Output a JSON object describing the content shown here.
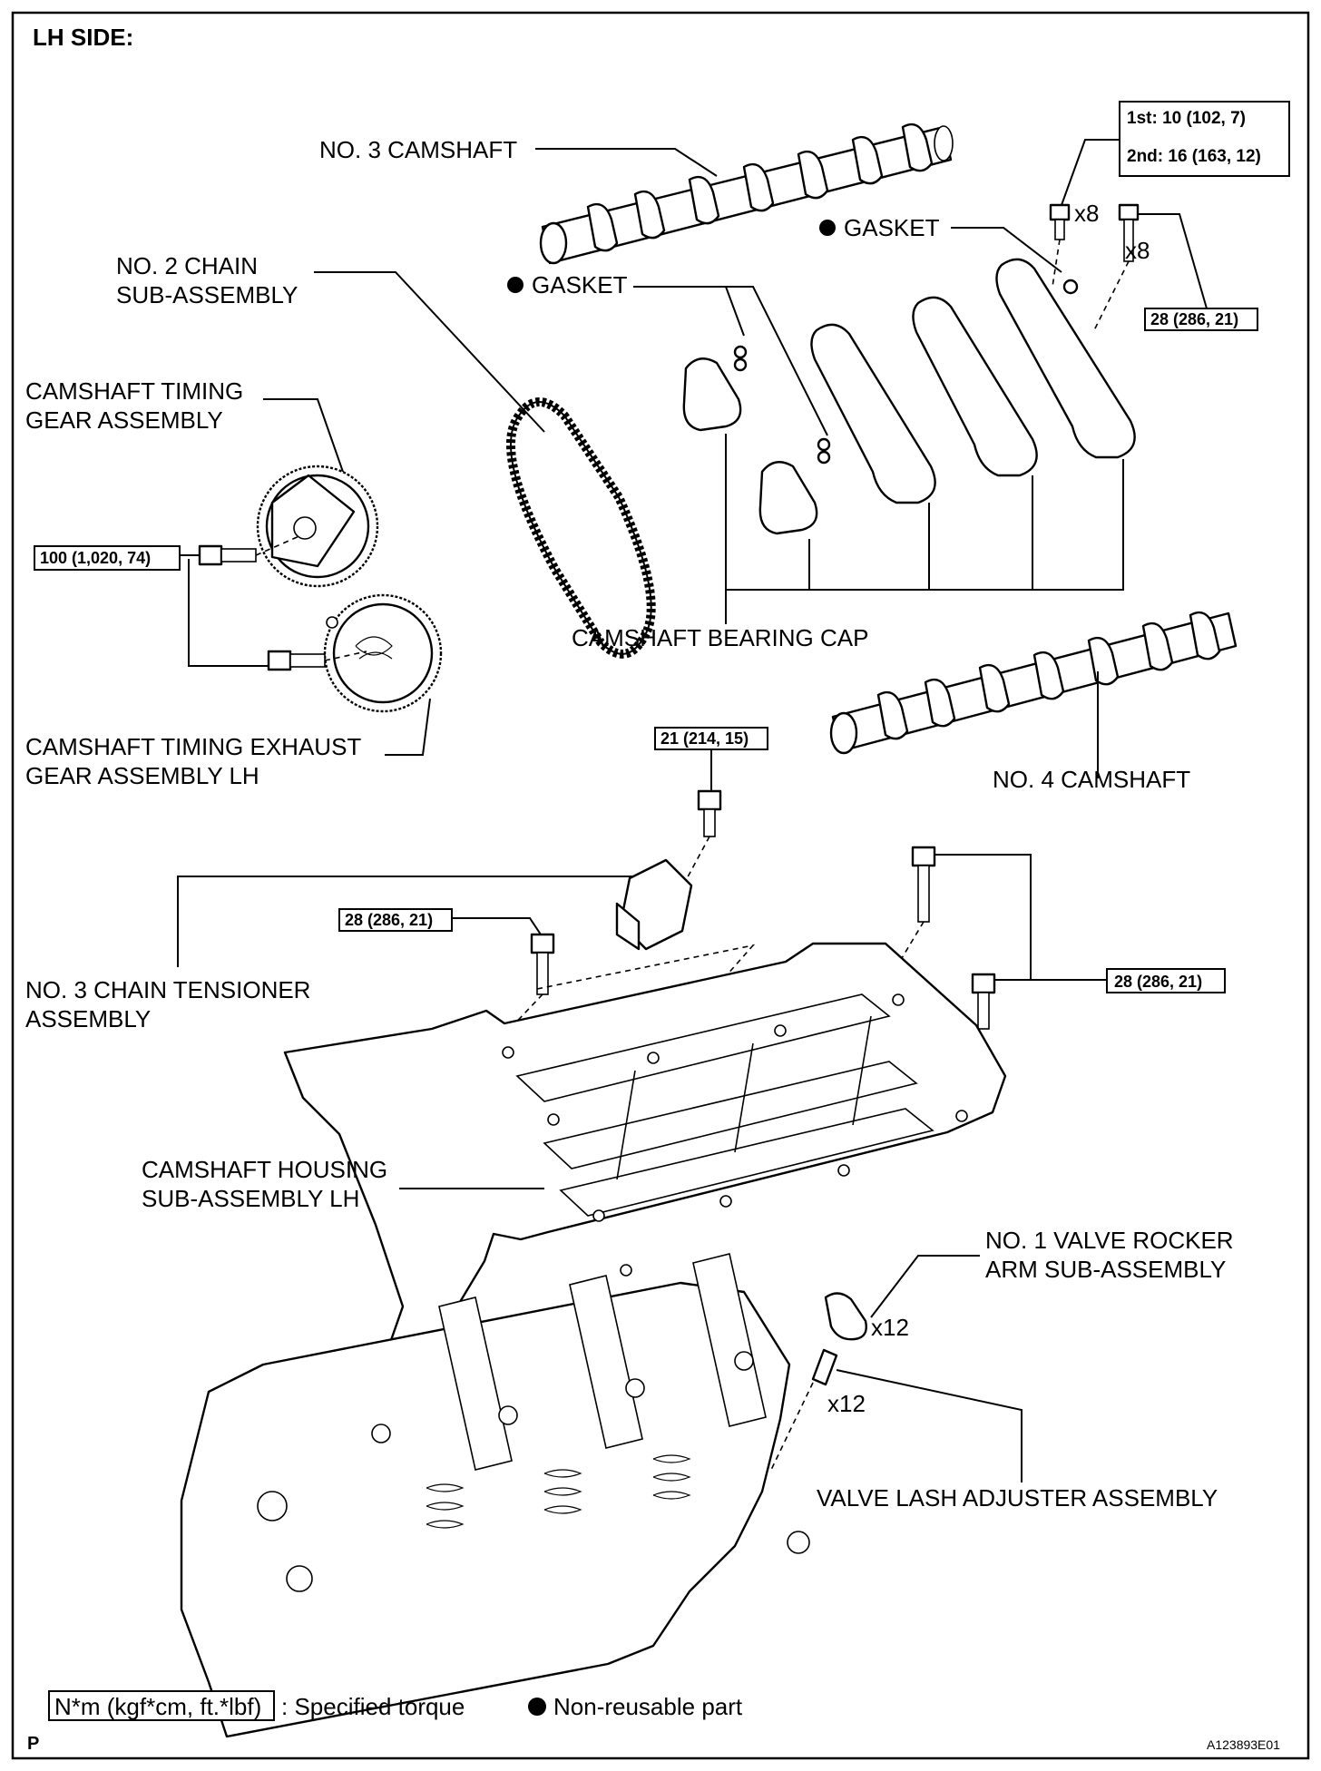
{
  "header": {
    "title": "LH SIDE:"
  },
  "labels": {
    "no3_camshaft": "NO. 3 CAMSHAFT",
    "gasket_right": "GASKET",
    "gasket_left": "GASKET",
    "no2_chain_l1": "NO. 2 CHAIN",
    "no2_chain_l2": "SUB-ASSEMBLY",
    "timing_gear_l1": "CAMSHAFT TIMING",
    "timing_gear_l2": "GEAR ASSEMBLY",
    "exhaust_gear_l1": "CAMSHAFT TIMING EXHAUST",
    "exhaust_gear_l2": "GEAR ASSEMBLY LH",
    "bearing_cap": "CAMSHAFT BEARING CAP",
    "no4_camshaft": "NO. 4 CAMSHAFT",
    "tensioner_l1": "NO. 3 CHAIN TENSIONER",
    "tensioner_l2": "ASSEMBLY",
    "housing_l1": "CAMSHAFT HOUSING",
    "housing_l2": "SUB-ASSEMBLY LH",
    "rocker_l1": "NO. 1 VALVE ROCKER",
    "rocker_l2": "ARM SUB-ASSEMBLY",
    "lash_adjuster": "VALVE LASH ADJUSTER ASSEMBLY"
  },
  "quantities": {
    "x8_a": "x8",
    "x8_b": "x8",
    "x12_a": "x12",
    "x12_b": "x12"
  },
  "torques": {
    "bearing_cap_1st": "1st: 10 (102, 7)",
    "bearing_cap_2nd": "2nd: 16 (163, 12)",
    "bearing_cap_b": "28 (286, 21)",
    "timing_gear": "100 (1,020, 74)",
    "tensioner": "21 (214, 15)",
    "housing_left": "28 (286, 21)",
    "housing_right": "28 (286, 21)"
  },
  "legend": {
    "torque_unit": "N*m (kgf*cm, ft.*lbf)",
    "torque_desc": ": Specified torque",
    "non_reusable": "Non-reusable part"
  },
  "footer": {
    "page_letter": "P",
    "figure_id": "A123893E01"
  }
}
